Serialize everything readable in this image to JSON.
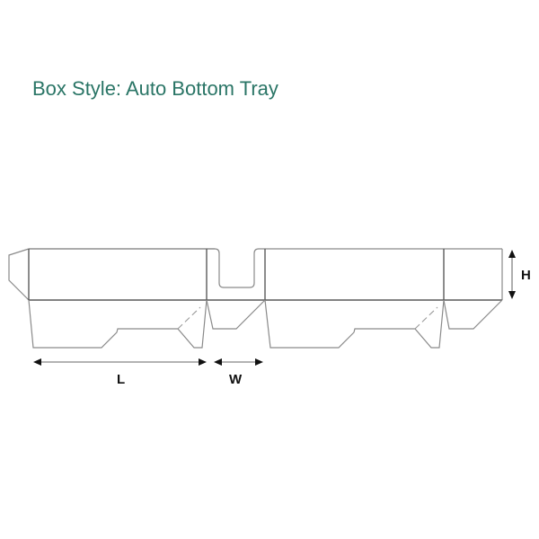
{
  "title": "Box Style: Auto Bottom Tray",
  "colors": {
    "title": "#2a7566",
    "cut_line": "#8a8a8a",
    "fold_line": "#5a5a5a",
    "dimension_line": "#9a9a9a",
    "label": "#111111"
  },
  "dimensions": {
    "length_label": "L",
    "width_label": "W",
    "height_label": "H"
  },
  "panels": [
    {
      "name": "glue-flap"
    },
    {
      "name": "length-panel-1"
    },
    {
      "name": "width-panel-1"
    },
    {
      "name": "length-panel-2"
    },
    {
      "name": "width-panel-2"
    }
  ]
}
